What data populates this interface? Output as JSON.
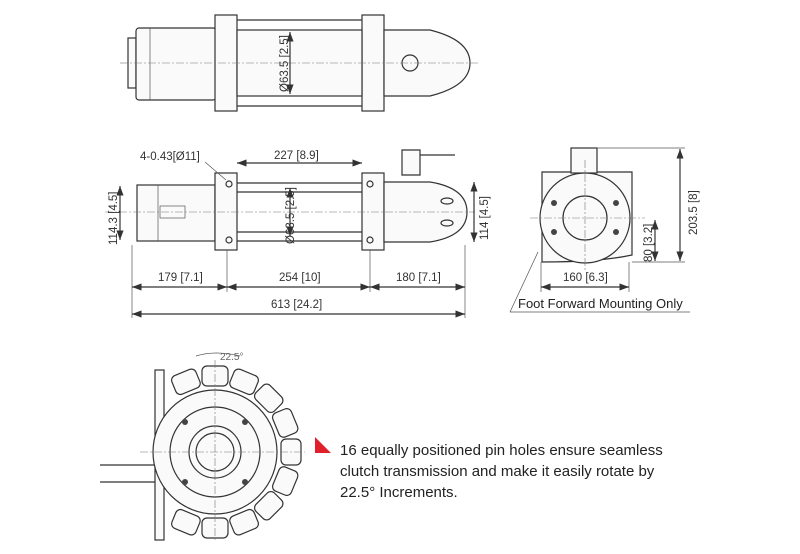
{
  "top_view": {
    "drum_diameter": "Ø63.5 [2.5]"
  },
  "side_view": {
    "mount_holes": "4-0.43[Ø11]",
    "tie_bar_span": "227 [8.9]",
    "motor_height": "114.3 [4.5]",
    "drum_diameter": "Ø63.5 [2.5]",
    "gearbox_height": "114 [4.5]",
    "motor_length": "179 [7.1]",
    "drum_length": "254 [10]",
    "gearbox_length": "180 [7.1]",
    "overall_length": "613 [24.2]"
  },
  "end_view": {
    "overall_height": "203.5 [8]",
    "center_height": "80 [3.2]",
    "width": "160 [6.3]",
    "mounting_note": "Foot Forward Mounting Only"
  },
  "clutch_detail": {
    "angle": "22.5°",
    "description_lines": [
      "16 equally positioned pin holes ensure seamless",
      "clutch transmission and make it easily rotate by",
      "22.5° Increments."
    ],
    "marker_color": "#e0202a"
  }
}
